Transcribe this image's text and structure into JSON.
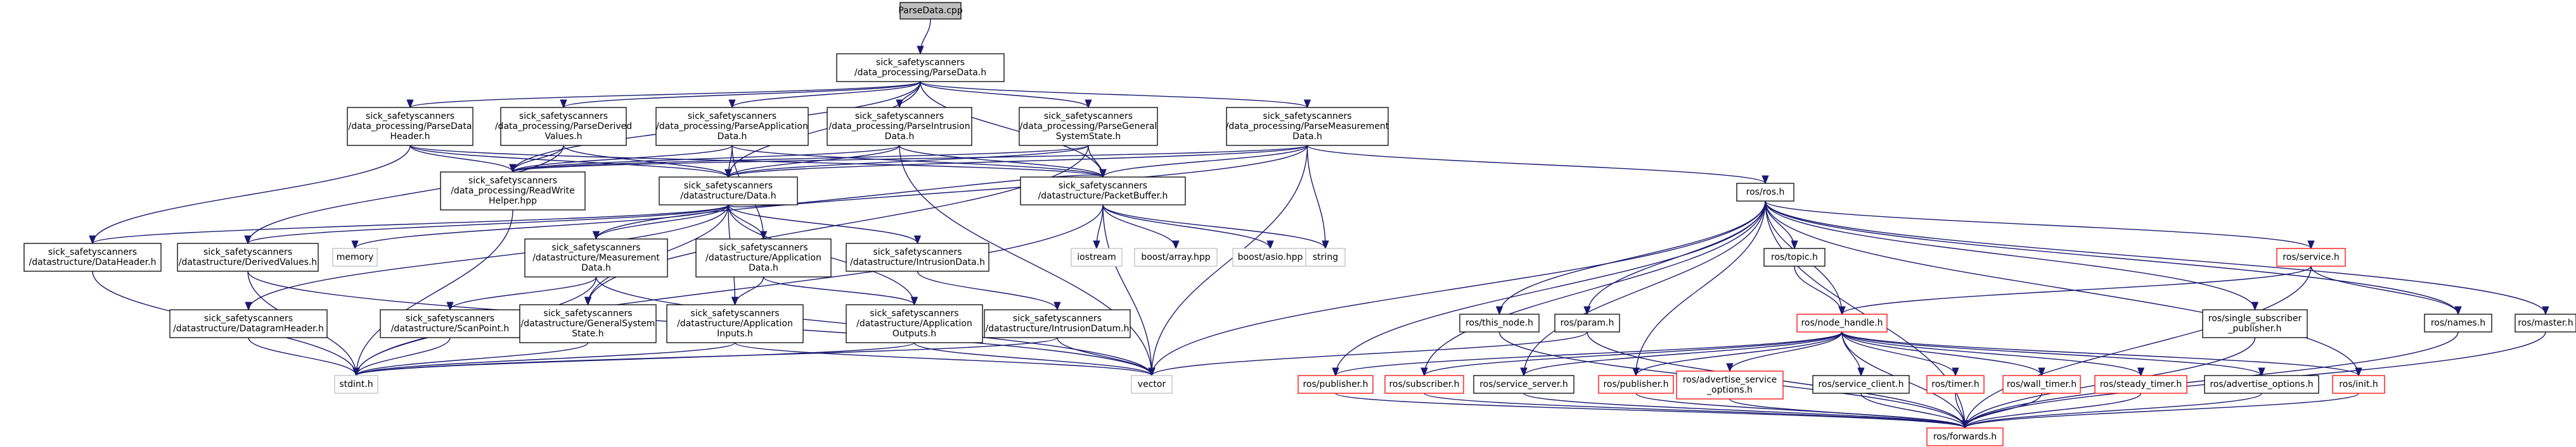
{
  "diagram": {
    "nodes": [
      {
        "id": "root",
        "lines": [
          "ParseData.cpp"
        ],
        "style": "root"
      },
      {
        "id": "parsedata_h",
        "lines": [
          "sick_safetyscanners",
          "/data_processing/ParseData.h"
        ],
        "style": "normal"
      },
      {
        "id": "parsedataheader",
        "lines": [
          "sick_safetyscanners",
          "/data_processing/ParseData",
          "Header.h"
        ],
        "style": "normal"
      },
      {
        "id": "parsederived",
        "lines": [
          "sick_safetyscanners",
          "/data_processing/ParseDerived",
          "Values.h"
        ],
        "style": "normal"
      },
      {
        "id": "parseapplication",
        "lines": [
          "sick_safetyscanners",
          "/data_processing/ParseApplication",
          "Data.h"
        ],
        "style": "normal"
      },
      {
        "id": "parseintrusion",
        "lines": [
          "sick_safetyscanners",
          "/data_processing/ParseIntrusion",
          "Data.h"
        ],
        "style": "normal"
      },
      {
        "id": "parsegeneral",
        "lines": [
          "sick_safetyscanners",
          "/data_processing/ParseGeneral",
          "SystemState.h"
        ],
        "style": "normal"
      },
      {
        "id": "parsemeasurement",
        "lines": [
          "sick_safetyscanners",
          "/data_processing/ParseMeasurement",
          "Data.h"
        ],
        "style": "normal"
      },
      {
        "id": "readwrite",
        "lines": [
          "sick_safetyscanners",
          "/data_processing/ReadWrite",
          "Helper.hpp"
        ],
        "style": "normal"
      },
      {
        "id": "data_h",
        "lines": [
          "sick_safetyscanners",
          "/datastructure/Data.h"
        ],
        "style": "normal"
      },
      {
        "id": "packetbuffer",
        "lines": [
          "sick_safetyscanners",
          "/datastructure/PacketBuffer.h"
        ],
        "style": "normal"
      },
      {
        "id": "dataheader",
        "lines": [
          "sick_safetyscanners",
          "/datastructure/DataHeader.h"
        ],
        "style": "normal"
      },
      {
        "id": "derivedvalues",
        "lines": [
          "sick_safetyscanners",
          "/datastructure/DerivedValues.h"
        ],
        "style": "normal"
      },
      {
        "id": "memory",
        "lines": [
          "memory"
        ],
        "style": "gray"
      },
      {
        "id": "measurementdata",
        "lines": [
          "sick_safetyscanners",
          "/datastructure/Measurement",
          "Data.h"
        ],
        "style": "normal"
      },
      {
        "id": "applicationdata",
        "lines": [
          "sick_safetyscanners",
          "/datastructure/Application",
          "Data.h"
        ],
        "style": "normal"
      },
      {
        "id": "intrusiondata",
        "lines": [
          "sick_safetyscanners",
          "/datastructure/IntrusionData.h"
        ],
        "style": "normal"
      },
      {
        "id": "iostream",
        "lines": [
          "iostream"
        ],
        "style": "gray"
      },
      {
        "id": "boostarray",
        "lines": [
          "boost/array.hpp"
        ],
        "style": "gray"
      },
      {
        "id": "boostasio",
        "lines": [
          "boost/asio.hpp"
        ],
        "style": "gray"
      },
      {
        "id": "string",
        "lines": [
          "string"
        ],
        "style": "gray"
      },
      {
        "id": "datagramheader",
        "lines": [
          "sick_safetyscanners",
          "/datastructure/DatagramHeader.h"
        ],
        "style": "normal"
      },
      {
        "id": "scanpoint",
        "lines": [
          "sick_safetyscanners",
          "/datastructure/ScanPoint.h"
        ],
        "style": "normal"
      },
      {
        "id": "generalsystemstate",
        "lines": [
          "sick_safetyscanners",
          "/datastructure/GeneralSystem",
          "State.h"
        ],
        "style": "normal"
      },
      {
        "id": "appinputs",
        "lines": [
          "sick_safetyscanners",
          "/datastructure/Application",
          "Inputs.h"
        ],
        "style": "normal"
      },
      {
        "id": "appoutputs",
        "lines": [
          "sick_safetyscanners",
          "/datastructure/Application",
          "Outputs.h"
        ],
        "style": "normal"
      },
      {
        "id": "intrusiondatum",
        "lines": [
          "sick_safetyscanners",
          "/datastructure/IntrusionDatum.h"
        ],
        "style": "normal"
      },
      {
        "id": "stdint",
        "lines": [
          "stdint.h"
        ],
        "style": "gray"
      },
      {
        "id": "vector",
        "lines": [
          "vector"
        ],
        "style": "gray"
      },
      {
        "id": "ros_h",
        "lines": [
          "ros/ros.h"
        ],
        "style": "normal"
      },
      {
        "id": "this_node",
        "lines": [
          "ros/this_node.h"
        ],
        "style": "normal"
      },
      {
        "id": "param",
        "lines": [
          "ros/param.h"
        ],
        "style": "normal"
      },
      {
        "id": "topic",
        "lines": [
          "ros/topic.h"
        ],
        "style": "normal"
      },
      {
        "id": "node_handle",
        "lines": [
          "ros/node_handle.h"
        ],
        "style": "red"
      },
      {
        "id": "service_h",
        "lines": [
          "ros/service.h"
        ],
        "style": "red"
      },
      {
        "id": "single_sub",
        "lines": [
          "ros/single_subscriber",
          "_publisher.h"
        ],
        "style": "normal"
      },
      {
        "id": "names",
        "lines": [
          "ros/names.h"
        ],
        "style": "normal"
      },
      {
        "id": "master",
        "lines": [
          "ros/master.h"
        ],
        "style": "normal"
      },
      {
        "id": "publisher_a",
        "lines": [
          "ros/publisher.h"
        ],
        "style": "red"
      },
      {
        "id": "subscriber",
        "lines": [
          "ros/subscriber.h"
        ],
        "style": "red"
      },
      {
        "id": "service_server",
        "lines": [
          "ros/service_server.h"
        ],
        "style": "normal"
      },
      {
        "id": "publisher_b",
        "lines": [
          "ros/publisher.h"
        ],
        "style": "red"
      },
      {
        "id": "advertise_service",
        "lines": [
          "ros/advertise_service",
          "_options.h"
        ],
        "style": "red"
      },
      {
        "id": "service_client",
        "lines": [
          "ros/service_client.h"
        ],
        "style": "normal"
      },
      {
        "id": "timer",
        "lines": [
          "ros/timer.h"
        ],
        "style": "red"
      },
      {
        "id": "wall_timer",
        "lines": [
          "ros/wall_timer.h"
        ],
        "style": "red"
      },
      {
        "id": "steady_timer",
        "lines": [
          "ros/steady_timer.h"
        ],
        "style": "red"
      },
      {
        "id": "advertise_options",
        "lines": [
          "ros/advertise_options.h"
        ],
        "style": "normal"
      },
      {
        "id": "init",
        "lines": [
          "ros/init.h"
        ],
        "style": "red"
      },
      {
        "id": "forwards",
        "lines": [
          "ros/forwards.h"
        ],
        "style": "red"
      }
    ],
    "edges": [
      [
        "root",
        "parsedata_h"
      ],
      [
        "parsedata_h",
        "parsedataheader"
      ],
      [
        "parsedata_h",
        "parsederived"
      ],
      [
        "parsedata_h",
        "parseapplication"
      ],
      [
        "parsedata_h",
        "parseintrusion"
      ],
      [
        "parsedata_h",
        "parsegeneral"
      ],
      [
        "parsedata_h",
        "parsemeasurement"
      ],
      [
        "parsedata_h",
        "readwrite"
      ],
      [
        "parsedata_h",
        "data_h"
      ],
      [
        "parsedata_h",
        "packetbuffer"
      ],
      [
        "parsedataheader",
        "readwrite"
      ],
      [
        "parsedataheader",
        "data_h"
      ],
      [
        "parsedataheader",
        "packetbuffer"
      ],
      [
        "parsedataheader",
        "dataheader"
      ],
      [
        "parsederived",
        "readwrite"
      ],
      [
        "parsederived",
        "data_h"
      ],
      [
        "parsederived",
        "derivedvalues"
      ],
      [
        "parseapplication",
        "readwrite"
      ],
      [
        "parseapplication",
        "data_h"
      ],
      [
        "parseapplication",
        "packetbuffer"
      ],
      [
        "parseapplication",
        "applicationdata"
      ],
      [
        "parseintrusion",
        "readwrite"
      ],
      [
        "parseintrusion",
        "data_h"
      ],
      [
        "parseintrusion",
        "packetbuffer"
      ],
      [
        "parseintrusion",
        "vector"
      ],
      [
        "parsegeneral",
        "readwrite"
      ],
      [
        "parsegeneral",
        "data_h"
      ],
      [
        "parsegeneral",
        "packetbuffer"
      ],
      [
        "parsegeneral",
        "generalsystemstate"
      ],
      [
        "parsemeasurement",
        "readwrite"
      ],
      [
        "parsemeasurement",
        "data_h"
      ],
      [
        "parsemeasurement",
        "packetbuffer"
      ],
      [
        "parsemeasurement",
        "measurementdata"
      ],
      [
        "parsemeasurement",
        "string"
      ],
      [
        "parsemeasurement",
        "ros_h"
      ],
      [
        "parsemeasurement",
        "vector"
      ],
      [
        "readwrite",
        "stdint"
      ],
      [
        "data_h",
        "dataheader"
      ],
      [
        "data_h",
        "derivedvalues"
      ],
      [
        "data_h",
        "memory"
      ],
      [
        "data_h",
        "measurementdata"
      ],
      [
        "data_h",
        "applicationdata"
      ],
      [
        "data_h",
        "intrusiondata"
      ],
      [
        "data_h",
        "generalsystemstate"
      ],
      [
        "data_h",
        "appinputs"
      ],
      [
        "data_h",
        "appoutputs"
      ],
      [
        "data_h",
        "packetbuffer"
      ],
      [
        "data_h",
        "datagramheader"
      ],
      [
        "packetbuffer",
        "iostream"
      ],
      [
        "packetbuffer",
        "boostarray"
      ],
      [
        "packetbuffer",
        "boostasio"
      ],
      [
        "packetbuffer",
        "string"
      ],
      [
        "packetbuffer",
        "vector"
      ],
      [
        "packetbuffer",
        "stdint"
      ],
      [
        "dataheader",
        "stdint"
      ],
      [
        "derivedvalues",
        "stdint"
      ],
      [
        "derivedvalues",
        "vector"
      ],
      [
        "measurementdata",
        "scanpoint"
      ],
      [
        "measurementdata",
        "stdint"
      ],
      [
        "measurementdata",
        "vector"
      ],
      [
        "applicationdata",
        "appinputs"
      ],
      [
        "applicationdata",
        "appoutputs"
      ],
      [
        "intrusiondata",
        "intrusiondatum"
      ],
      [
        "datagramheader",
        "stdint"
      ],
      [
        "scanpoint",
        "stdint"
      ],
      [
        "generalsystemstate",
        "stdint"
      ],
      [
        "appinputs",
        "stdint"
      ],
      [
        "appinputs",
        "vector"
      ],
      [
        "appoutputs",
        "stdint"
      ],
      [
        "appoutputs",
        "vector"
      ],
      [
        "intrusiondatum",
        "stdint"
      ],
      [
        "intrusiondatum",
        "vector"
      ],
      [
        "ros_h",
        "this_node"
      ],
      [
        "ros_h",
        "param"
      ],
      [
        "ros_h",
        "topic"
      ],
      [
        "ros_h",
        "node_handle"
      ],
      [
        "ros_h",
        "service_h"
      ],
      [
        "ros_h",
        "single_sub"
      ],
      [
        "ros_h",
        "names"
      ],
      [
        "ros_h",
        "master"
      ],
      [
        "ros_h",
        "init"
      ],
      [
        "ros_h",
        "forwards"
      ],
      [
        "ros_h",
        "publisher_a"
      ],
      [
        "ros_h",
        "subscriber"
      ],
      [
        "ros_h",
        "service_server"
      ],
      [
        "ros_h",
        "publisher_b"
      ],
      [
        "ros_h",
        "vector"
      ],
      [
        "this_node",
        "forwards"
      ],
      [
        "param",
        "vector"
      ],
      [
        "param",
        "forwards"
      ],
      [
        "topic",
        "node_handle"
      ],
      [
        "node_handle",
        "publisher_a"
      ],
      [
        "node_handle",
        "subscriber"
      ],
      [
        "node_handle",
        "service_server"
      ],
      [
        "node_handle",
        "publisher_b"
      ],
      [
        "node_handle",
        "advertise_service"
      ],
      [
        "node_handle",
        "service_client"
      ],
      [
        "node_handle",
        "timer"
      ],
      [
        "node_handle",
        "wall_timer"
      ],
      [
        "node_handle",
        "steady_timer"
      ],
      [
        "node_handle",
        "advertise_options"
      ],
      [
        "node_handle",
        "init"
      ],
      [
        "node_handle",
        "forwards"
      ],
      [
        "service_h",
        "node_handle"
      ],
      [
        "service_h",
        "names"
      ],
      [
        "service_h",
        "forwards"
      ],
      [
        "single_sub",
        "forwards"
      ],
      [
        "names",
        "forwards"
      ],
      [
        "master",
        "forwards"
      ],
      [
        "publisher_a",
        "forwards"
      ],
      [
        "subscriber",
        "forwards"
      ],
      [
        "service_server",
        "forwards"
      ],
      [
        "publisher_b",
        "forwards"
      ],
      [
        "advertise_service",
        "forwards"
      ],
      [
        "service_client",
        "forwards"
      ],
      [
        "timer",
        "forwards"
      ],
      [
        "wall_timer",
        "forwards"
      ],
      [
        "steady_timer",
        "forwards"
      ],
      [
        "advertise_options",
        "forwards"
      ],
      [
        "init",
        "forwards"
      ]
    ]
  }
}
